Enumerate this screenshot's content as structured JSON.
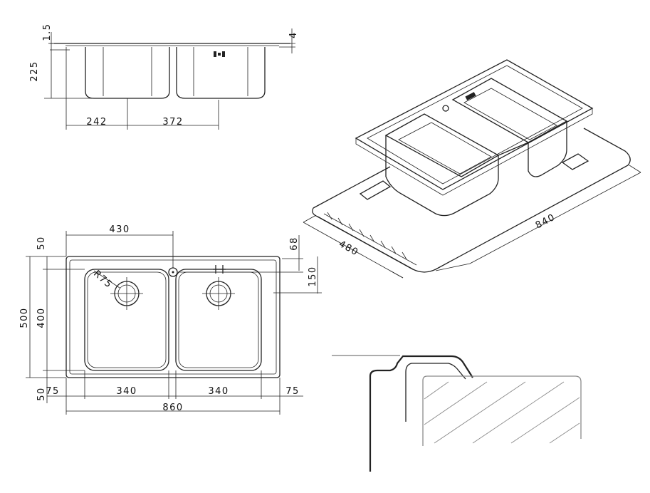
{
  "colors": {
    "line": "#222222",
    "counter_section": "#8a8a8a",
    "background": "#ffffff"
  },
  "side_view": {
    "height_top": "1.5",
    "height_bowl": "225",
    "rim_right": "4",
    "width_left": "242",
    "width_right": "372"
  },
  "iso_view": {
    "length": "840",
    "depth": "480"
  },
  "plan_view": {
    "top_offset": "430",
    "margin_top": "50",
    "corner_top_right": "68",
    "tap_offset": "150",
    "overall_height": "500",
    "bowl_height": "400",
    "radius": "R75",
    "margin_bottom": "50",
    "edge_left": "75",
    "bowl_left": "340",
    "bowl_right": "340",
    "edge_right": "75",
    "overall_width": "860"
  }
}
